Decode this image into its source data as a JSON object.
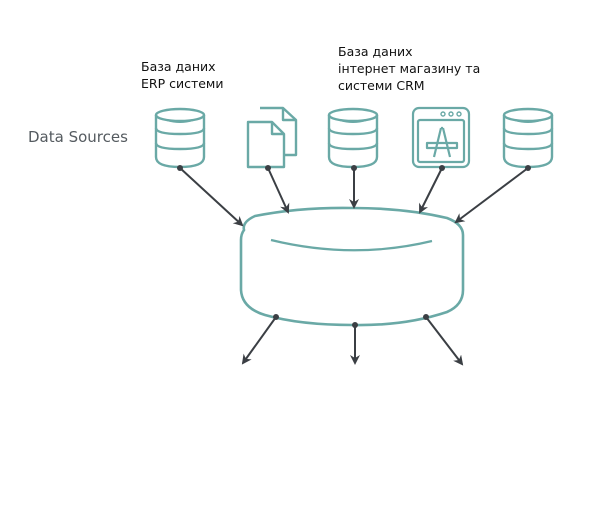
{
  "diagram": {
    "section_label": "Data Sources",
    "annotations": [
      {
        "id": "erp",
        "lines": [
          "База даних",
          "ERP системи"
        ]
      },
      {
        "id": "shop-crm",
        "lines": [
          "База даних",
          "інтернет магазину та",
          "системи CRM"
        ]
      }
    ],
    "sources": [
      {
        "id": "source-1",
        "icon": "database-icon",
        "annotation": "erp"
      },
      {
        "id": "source-2",
        "icon": "documents-icon"
      },
      {
        "id": "source-3",
        "icon": "database-icon",
        "annotation": "shop-crm"
      },
      {
        "id": "source-4",
        "icon": "app-window-icon"
      },
      {
        "id": "source-5",
        "icon": "database-icon"
      }
    ],
    "central_node": {
      "icon": "data-warehouse-icon",
      "label": ""
    },
    "outputs": [
      {
        "id": "output-1",
        "label": ""
      },
      {
        "id": "output-2",
        "label": ""
      },
      {
        "id": "output-3",
        "label": ""
      }
    ],
    "colors": {
      "icon_stroke": "#6aa9a6",
      "arrow": "#3b3f44",
      "text": "#111111",
      "section_label": "#555b60"
    }
  }
}
